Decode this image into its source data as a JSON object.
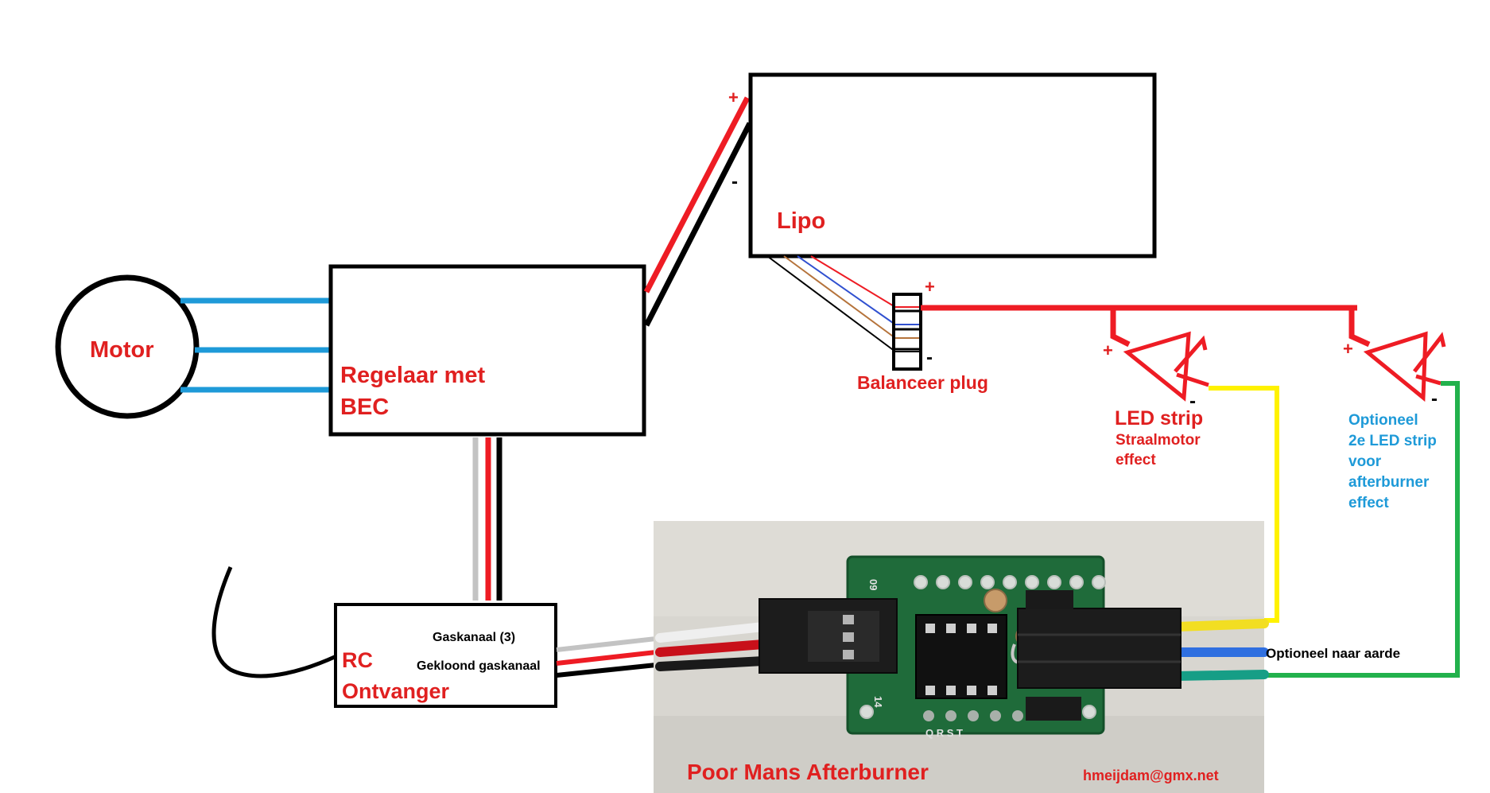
{
  "components": {
    "motor": {
      "label": "Motor"
    },
    "regulator": {
      "label_line1": "Regelaar met",
      "label_line2": "BEC"
    },
    "lipo": {
      "label": "Lipo",
      "plus": "+",
      "minus": "-"
    },
    "balance_plug": {
      "label": "Balanceer plug",
      "plus": "+",
      "minus": "-"
    },
    "led_strip": {
      "label": "LED strip",
      "sub_line1": "Straalmotor",
      "sub_line2": "effect",
      "plus": "+",
      "minus": "-"
    },
    "led_strip_2": {
      "line1": "Optioneel",
      "line2": "2e LED strip",
      "line3": "voor",
      "line4": "afterburner",
      "line5": "effect",
      "plus": "+",
      "minus": "-"
    },
    "receiver": {
      "label_line1": "RC",
      "label_line2": "Ontvanger",
      "throttle": "Gaskanaal (3)",
      "cloned": "Gekloond gaskanaal"
    },
    "board": {
      "title": "Poor Mans Afterburner",
      "email": "hmeijdam@gmx.net",
      "silk_top": "09",
      "silk_side": "14",
      "silk_bottom": "Q R S T"
    },
    "ground_note": "Optioneel naar aarde"
  },
  "colors": {
    "label_red": "#e02020",
    "label_blue": "#1e9ad8",
    "wire_red": "#ee1c24",
    "wire_black": "#000000",
    "wire_grey": "#c3c3c3",
    "wire_cyan": "#1e9ad8",
    "wire_yellow": "#fff200",
    "wire_blue": "#2f6fe0",
    "wire_green": "#22b14c",
    "pcb_green": "#1f6b3a"
  }
}
